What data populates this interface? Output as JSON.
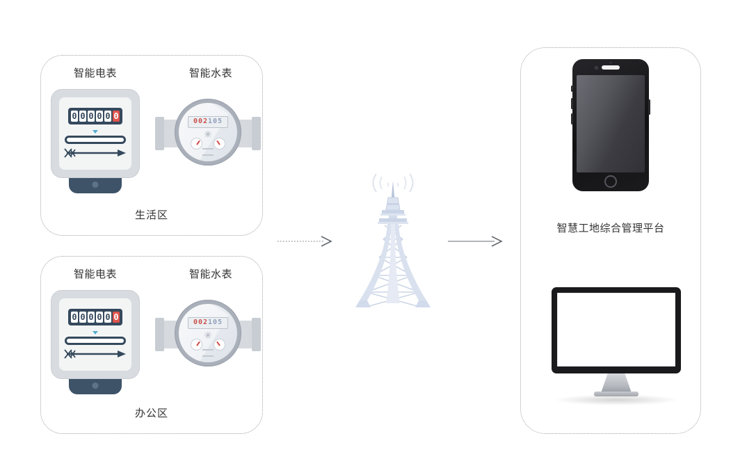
{
  "zones": [
    {
      "id": "living",
      "electric_meter_label": "智能电表",
      "water_meter_label": "智能水表",
      "area_label": "生活区",
      "electric_digits": [
        "0",
        "0",
        "0",
        "0",
        "0",
        "0"
      ],
      "water_reading_red": "002",
      "water_reading_rest": "105",
      "water_fan_glyph": "✳"
    },
    {
      "id": "office",
      "electric_meter_label": "智能电表",
      "water_meter_label": "智能水表",
      "area_label": "办公区",
      "electric_digits": [
        "0",
        "0",
        "0",
        "0",
        "0",
        "0"
      ],
      "water_reading_red": "002",
      "water_reading_rest": "105",
      "water_fan_glyph": "✳"
    }
  ],
  "platform": {
    "label": "智慧工地综合管理平台"
  },
  "icons": {
    "tower": "signal-tower-icon",
    "phone": "smartphone-icon",
    "monitor": "desktop-monitor-icon",
    "electric_meter": "electric-meter-icon",
    "water_meter": "water-meter-icon"
  },
  "colors": {
    "accent_red": "#e0544d",
    "meter_navy": "#35495c",
    "pointer_teal": "#55aed0",
    "tower_fill": "#dce4f0",
    "dashed_border": "#9ea3a9",
    "text": "#333333"
  }
}
